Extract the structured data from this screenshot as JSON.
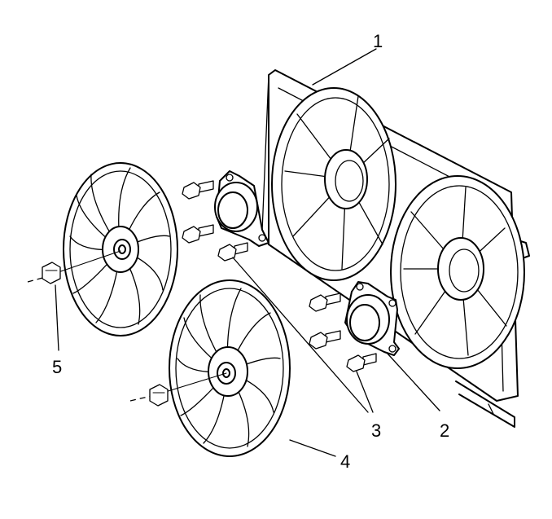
{
  "callouts": [
    {
      "id": "1"
    },
    {
      "id": "2"
    },
    {
      "id": "3"
    },
    {
      "id": "4"
    },
    {
      "id": "5"
    }
  ]
}
